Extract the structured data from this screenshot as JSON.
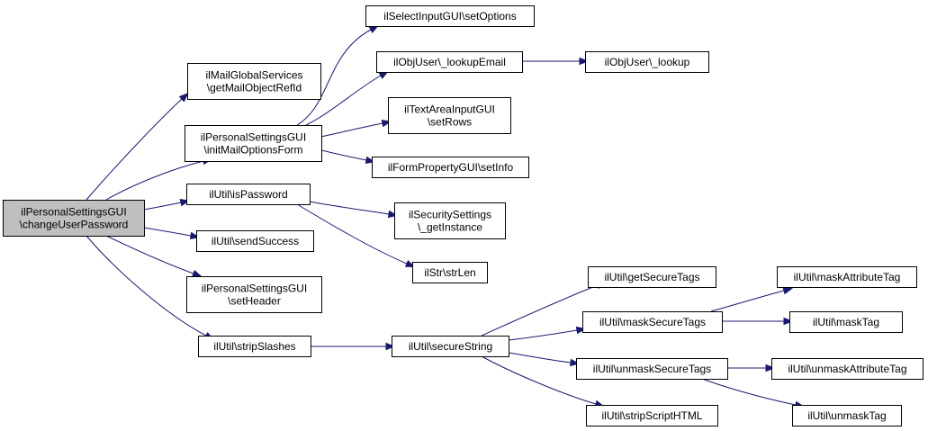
{
  "diagram": {
    "edge_color": "#191970",
    "root_fill": "#bfbfbf",
    "nodes": [
      {
        "id": "root",
        "lines": [
          "ilPersonalSettingsGUI",
          "\\changeUserPassword"
        ],
        "root": true
      },
      {
        "id": "getMailObjectRefId",
        "lines": [
          "ilMailGlobalServices",
          "\\getMailObjectRefId"
        ]
      },
      {
        "id": "initMailOptionsForm",
        "lines": [
          "ilPersonalSettingsGUI",
          "\\initMailOptionsForm"
        ]
      },
      {
        "id": "isPassword",
        "lines": [
          "ilUtil\\isPassword"
        ]
      },
      {
        "id": "sendSuccess",
        "lines": [
          "ilUtil\\sendSuccess"
        ]
      },
      {
        "id": "setHeader",
        "lines": [
          "ilPersonalSettingsGUI",
          "\\setHeader"
        ]
      },
      {
        "id": "stripSlashes",
        "lines": [
          "ilUtil\\stripSlashes"
        ]
      },
      {
        "id": "setOptions",
        "lines": [
          "ilSelectInputGUI\\setOptions"
        ]
      },
      {
        "id": "lookupEmail",
        "lines": [
          "ilObjUser\\_lookupEmail"
        ]
      },
      {
        "id": "lookup",
        "lines": [
          "ilObjUser\\_lookup"
        ]
      },
      {
        "id": "setRows",
        "lines": [
          "ilTextAreaInputGUI",
          "\\setRows"
        ]
      },
      {
        "id": "setInfo",
        "lines": [
          "ilFormPropertyGUI\\setInfo"
        ]
      },
      {
        "id": "getInstance",
        "lines": [
          "ilSecuritySettings",
          "\\_getInstance"
        ]
      },
      {
        "id": "strLen",
        "lines": [
          "ilStr\\strLen"
        ]
      },
      {
        "id": "secureString",
        "lines": [
          "ilUtil\\secureString"
        ]
      },
      {
        "id": "getSecureTags",
        "lines": [
          "ilUtil\\getSecureTags"
        ]
      },
      {
        "id": "maskSecureTags",
        "lines": [
          "ilUtil\\maskSecureTags"
        ]
      },
      {
        "id": "unmaskSecureTags",
        "lines": [
          "ilUtil\\unmaskSecureTags"
        ]
      },
      {
        "id": "stripScriptHTML",
        "lines": [
          "ilUtil\\stripScriptHTML"
        ]
      },
      {
        "id": "maskAttributeTag",
        "lines": [
          "ilUtil\\maskAttributeTag"
        ]
      },
      {
        "id": "maskTag",
        "lines": [
          "ilUtil\\maskTag"
        ]
      },
      {
        "id": "unmaskAttributeTag",
        "lines": [
          "ilUtil\\unmaskAttributeTag"
        ]
      },
      {
        "id": "unmaskTag",
        "lines": [
          "ilUtil\\unmaskTag"
        ]
      }
    ],
    "edges": [
      {
        "from": "root",
        "to": "getMailObjectRefId"
      },
      {
        "from": "root",
        "to": "initMailOptionsForm"
      },
      {
        "from": "root",
        "to": "isPassword"
      },
      {
        "from": "root",
        "to": "sendSuccess"
      },
      {
        "from": "root",
        "to": "setHeader"
      },
      {
        "from": "root",
        "to": "stripSlashes"
      },
      {
        "from": "initMailOptionsForm",
        "to": "setOptions"
      },
      {
        "from": "initMailOptionsForm",
        "to": "lookupEmail"
      },
      {
        "from": "initMailOptionsForm",
        "to": "setRows"
      },
      {
        "from": "initMailOptionsForm",
        "to": "setInfo"
      },
      {
        "from": "lookupEmail",
        "to": "lookup"
      },
      {
        "from": "isPassword",
        "to": "getInstance"
      },
      {
        "from": "isPassword",
        "to": "strLen"
      },
      {
        "from": "stripSlashes",
        "to": "secureString"
      },
      {
        "from": "secureString",
        "to": "getSecureTags"
      },
      {
        "from": "secureString",
        "to": "maskSecureTags"
      },
      {
        "from": "secureString",
        "to": "unmaskSecureTags"
      },
      {
        "from": "secureString",
        "to": "stripScriptHTML"
      },
      {
        "from": "maskSecureTags",
        "to": "maskAttributeTag"
      },
      {
        "from": "maskSecureTags",
        "to": "maskTag"
      },
      {
        "from": "unmaskSecureTags",
        "to": "unmaskAttributeTag"
      },
      {
        "from": "unmaskSecureTags",
        "to": "unmaskTag"
      }
    ]
  }
}
